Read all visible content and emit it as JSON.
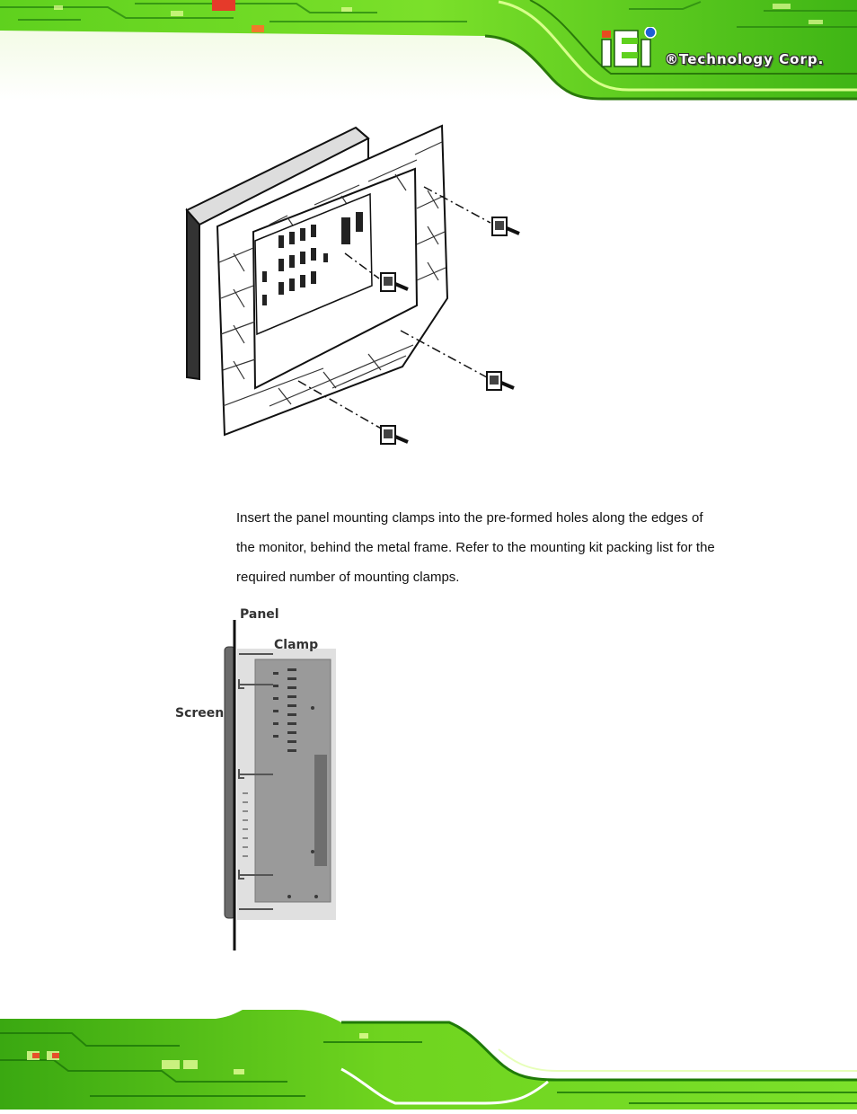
{
  "header": {
    "logo": {
      "brand": "iEi",
      "tagline": "®Technology Corp."
    }
  },
  "figure_exploded": {
    "description_icon": "panel-mount-exploded-illustration"
  },
  "body": {
    "lines": [
      "Insert the panel mounting clamps into the pre-formed holes along the edges of",
      "the monitor, behind the metal frame. Refer to the mounting kit packing list for the",
      "required number of mounting clamps."
    ]
  },
  "figure_side": {
    "label_panel": "Panel",
    "label_clamp": "Clamp",
    "label_screen": "Screen"
  },
  "colors": {
    "pcb_green": "#3fc21a",
    "pcb_bright": "#9ef24a",
    "pcb_dark": "#1b6f0a"
  }
}
